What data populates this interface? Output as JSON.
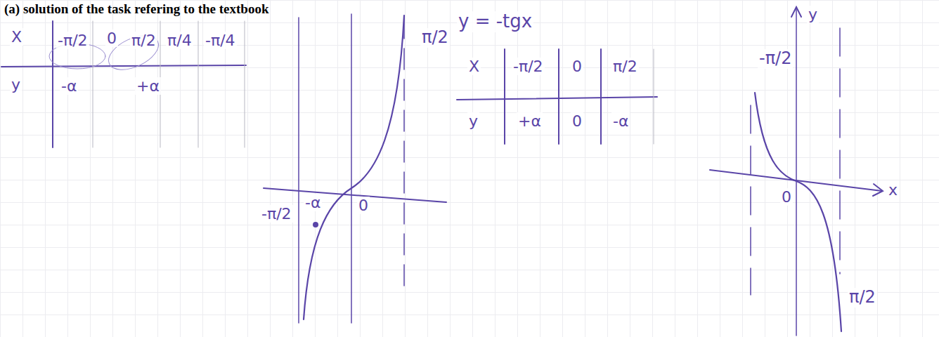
{
  "diagram": {
    "title": "(a) solution of the task refering to the textbook",
    "labels": [
      "X",
      "-π/2",
      "0",
      "π/2",
      "π/4",
      "-π/4",
      "y",
      "-α",
      "+α",
      "π/2",
      "-π/2",
      "-α",
      "0",
      "y = -tgx",
      "X",
      "-π/2",
      "0",
      "π/2",
      "y",
      "+α",
      "0",
      "-α",
      "y",
      "-π/2",
      "0",
      "x",
      "π/2"
    ]
  }
}
